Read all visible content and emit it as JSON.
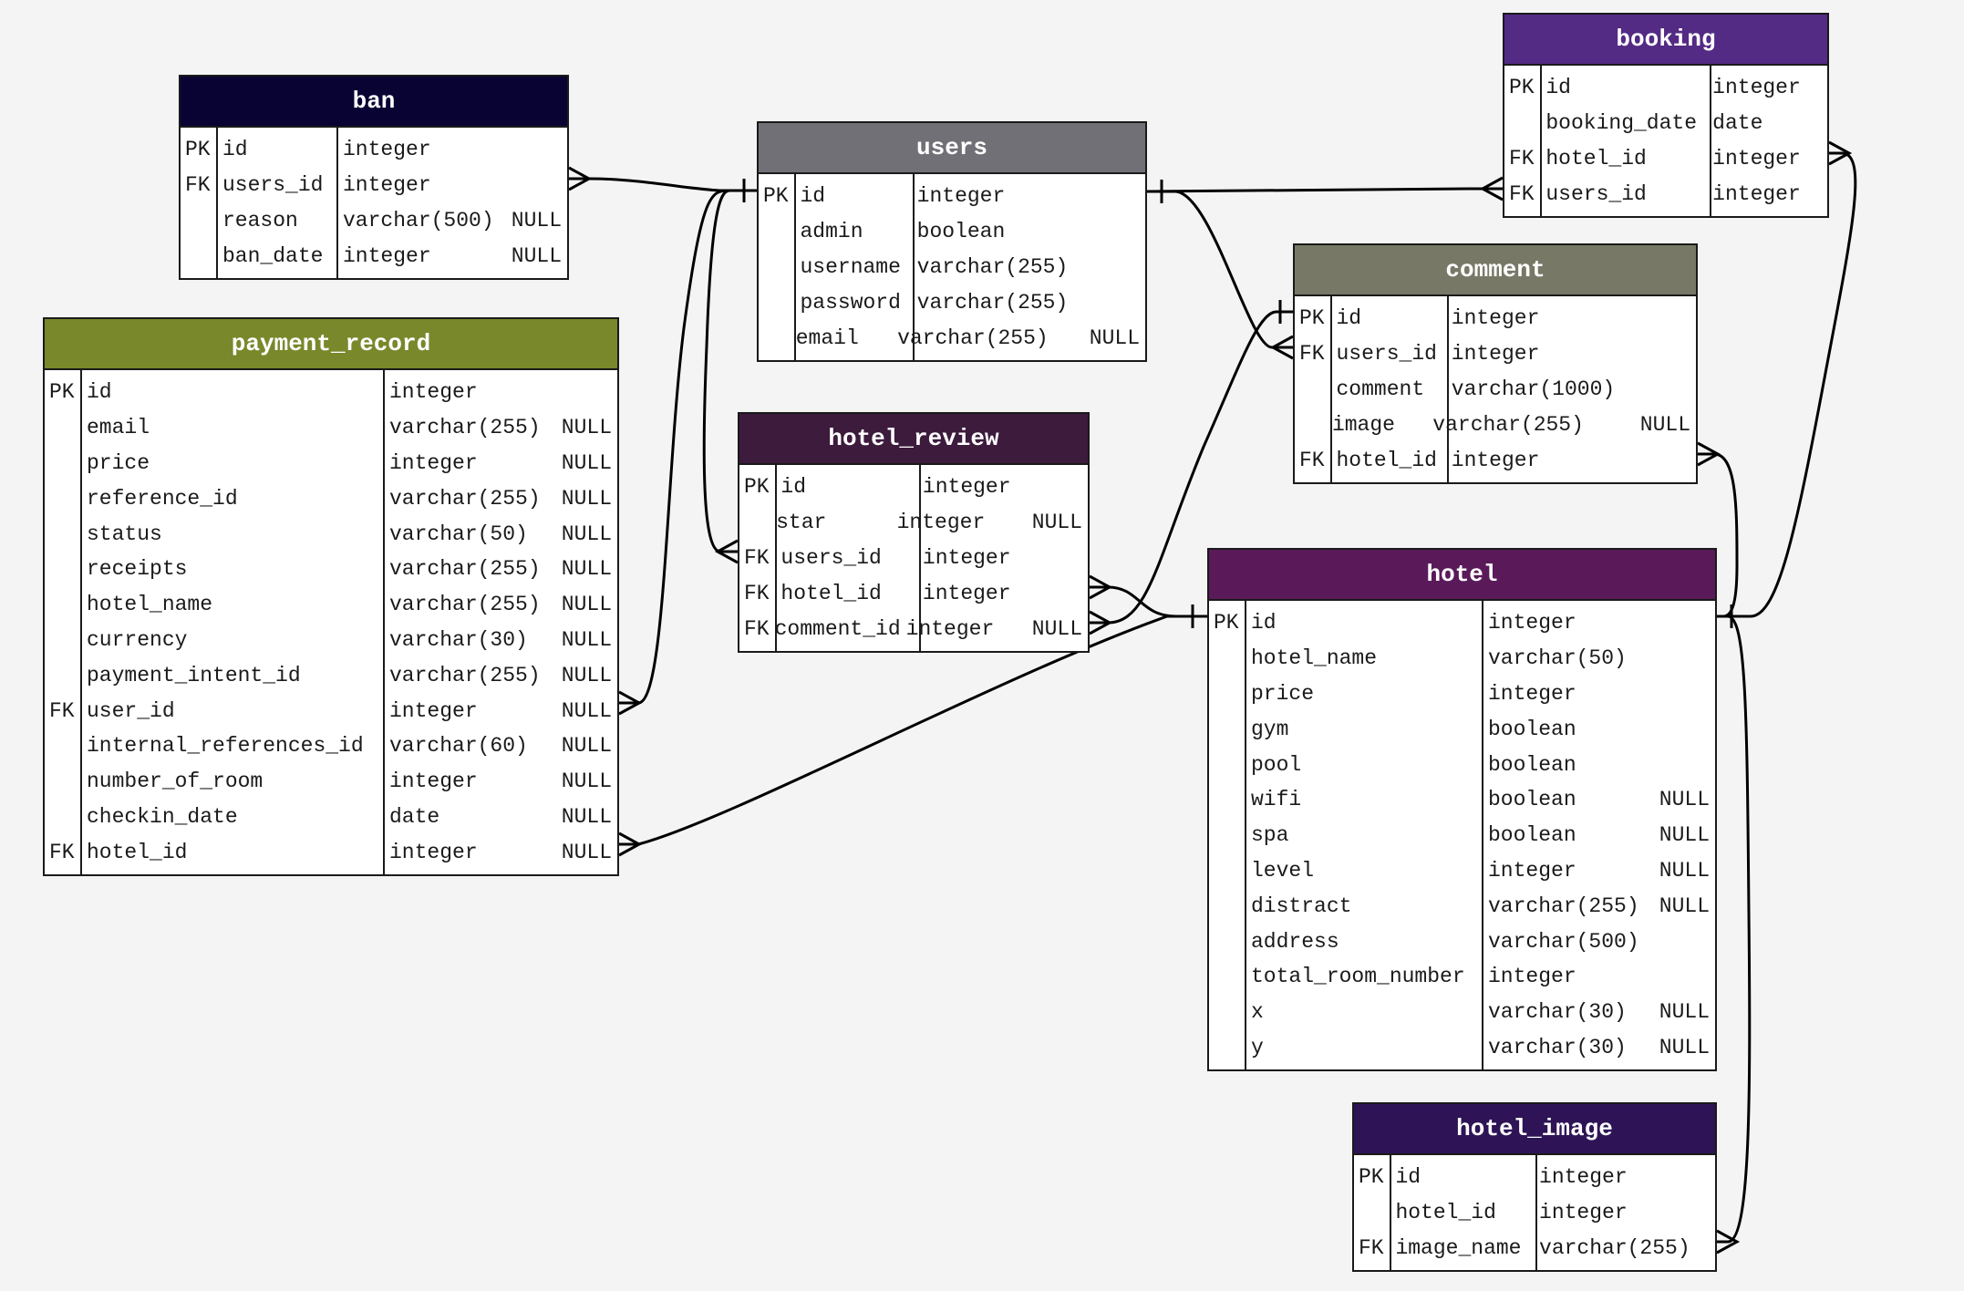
{
  "colors": {
    "background": "#f4f4f4",
    "ban": "#080333",
    "users": "#717077",
    "booking": "#532a84",
    "comment": "#787867",
    "payment_record": "#78882b",
    "hotel_review": "#3d1b3d",
    "hotel": "#5a1a5a",
    "hotel_image": "#2e1456"
  },
  "tables": {
    "ban": {
      "title": "ban",
      "columns": [
        {
          "key": "PK",
          "name": "id",
          "type": "integer",
          "null": ""
        },
        {
          "key": "FK",
          "name": "users_id",
          "type": "integer",
          "null": ""
        },
        {
          "key": "",
          "name": "reason",
          "type": "varchar(500)",
          "null": "NULL"
        },
        {
          "key": "",
          "name": "ban_date",
          "type": "integer",
          "null": "NULL"
        }
      ]
    },
    "users": {
      "title": "users",
      "columns": [
        {
          "key": "PK",
          "name": "id",
          "type": "integer",
          "null": ""
        },
        {
          "key": "",
          "name": "admin",
          "type": "boolean",
          "null": ""
        },
        {
          "key": "",
          "name": "username",
          "type": "varchar(255)",
          "null": ""
        },
        {
          "key": "",
          "name": "password",
          "type": "varchar(255)",
          "null": ""
        },
        {
          "key": "",
          "name": "email",
          "type": "varchar(255)",
          "null": "NULL"
        }
      ]
    },
    "booking": {
      "title": "booking",
      "columns": [
        {
          "key": "PK",
          "name": "id",
          "type": "integer",
          "null": ""
        },
        {
          "key": "",
          "name": "booking_date",
          "type": "date",
          "null": ""
        },
        {
          "key": "FK",
          "name": "hotel_id",
          "type": "integer",
          "null": ""
        },
        {
          "key": "FK",
          "name": "users_id",
          "type": "integer",
          "null": ""
        }
      ]
    },
    "comment": {
      "title": "comment",
      "columns": [
        {
          "key": "PK",
          "name": "id",
          "type": "integer",
          "null": ""
        },
        {
          "key": "FK",
          "name": "users_id",
          "type": "integer",
          "null": ""
        },
        {
          "key": "",
          "name": "comment",
          "type": "varchar(1000)",
          "null": ""
        },
        {
          "key": "",
          "name": "image",
          "type": "varchar(255)",
          "null": "NULL"
        },
        {
          "key": "FK",
          "name": "hotel_id",
          "type": "integer",
          "null": ""
        }
      ]
    },
    "payment_record": {
      "title": "payment_record",
      "columns": [
        {
          "key": "PK",
          "name": "id",
          "type": "integer",
          "null": ""
        },
        {
          "key": "",
          "name": "email",
          "type": "varchar(255)",
          "null": "NULL"
        },
        {
          "key": "",
          "name": "price",
          "type": "integer",
          "null": "NULL"
        },
        {
          "key": "",
          "name": "reference_id",
          "type": "varchar(255)",
          "null": "NULL"
        },
        {
          "key": "",
          "name": "status",
          "type": "varchar(50)",
          "null": "NULL"
        },
        {
          "key": "",
          "name": "receipts",
          "type": "varchar(255)",
          "null": "NULL"
        },
        {
          "key": "",
          "name": "hotel_name",
          "type": "varchar(255)",
          "null": "NULL"
        },
        {
          "key": "",
          "name": "currency",
          "type": "varchar(30)",
          "null": "NULL"
        },
        {
          "key": "",
          "name": "payment_intent_id",
          "type": "varchar(255)",
          "null": "NULL"
        },
        {
          "key": "FK",
          "name": "user_id",
          "type": "integer",
          "null": "NULL"
        },
        {
          "key": "",
          "name": "internal_references_id",
          "type": "varchar(60)",
          "null": "NULL"
        },
        {
          "key": "",
          "name": "number_of_room",
          "type": "integer",
          "null": "NULL"
        },
        {
          "key": "",
          "name": "checkin_date",
          "type": "date",
          "null": "NULL"
        },
        {
          "key": "FK",
          "name": "hotel_id",
          "type": "integer",
          "null": "NULL"
        }
      ]
    },
    "hotel_review": {
      "title": "hotel_review",
      "columns": [
        {
          "key": "PK",
          "name": "id",
          "type": "integer",
          "null": ""
        },
        {
          "key": "",
          "name": "star",
          "type": "integer",
          "null": "NULL"
        },
        {
          "key": "FK",
          "name": "users_id",
          "type": "integer",
          "null": ""
        },
        {
          "key": "FK",
          "name": "hotel_id",
          "type": "integer",
          "null": ""
        },
        {
          "key": "FK",
          "name": "comment_id",
          "type": "integer",
          "null": "NULL"
        }
      ]
    },
    "hotel": {
      "title": "hotel",
      "columns": [
        {
          "key": "PK",
          "name": "id",
          "type": "integer",
          "null": ""
        },
        {
          "key": "",
          "name": "hotel_name",
          "type": "varchar(50)",
          "null": ""
        },
        {
          "key": "",
          "name": "price",
          "type": "integer",
          "null": ""
        },
        {
          "key": "",
          "name": "gym",
          "type": "boolean",
          "null": ""
        },
        {
          "key": "",
          "name": "pool",
          "type": "boolean",
          "null": ""
        },
        {
          "key": "",
          "name": "wifi",
          "type": "boolean",
          "null": "NULL"
        },
        {
          "key": "",
          "name": "spa",
          "type": "boolean",
          "null": "NULL"
        },
        {
          "key": "",
          "name": "level",
          "type": "integer",
          "null": "NULL"
        },
        {
          "key": "",
          "name": "distract",
          "type": "varchar(255)",
          "null": "NULL"
        },
        {
          "key": "",
          "name": "address",
          "type": "varchar(500)",
          "null": ""
        },
        {
          "key": "",
          "name": "total_room_number",
          "type": "integer",
          "null": ""
        },
        {
          "key": "",
          "name": "x",
          "type": "varchar(30)",
          "null": "NULL"
        },
        {
          "key": "",
          "name": "y",
          "type": "varchar(30)",
          "null": "NULL"
        }
      ]
    },
    "hotel_image": {
      "title": "hotel_image",
      "columns": [
        {
          "key": "PK",
          "name": "id",
          "type": "integer",
          "null": ""
        },
        {
          "key": "",
          "name": "hotel_id",
          "type": "integer",
          "null": ""
        },
        {
          "key": "FK",
          "name": "image_name",
          "type": "varchar(255)",
          "null": ""
        }
      ]
    }
  },
  "relationships": [
    {
      "from": "ban.users_id",
      "to": "users.id",
      "cardinality": "many-to-one"
    },
    {
      "from": "payment_record.user_id",
      "to": "users.id",
      "cardinality": "many-to-one"
    },
    {
      "from": "hotel_review.users_id",
      "to": "users.id",
      "cardinality": "many-to-one"
    },
    {
      "from": "booking.users_id",
      "to": "users.id",
      "cardinality": "many-to-one"
    },
    {
      "from": "comment.users_id",
      "to": "users.id",
      "cardinality": "many-to-one"
    },
    {
      "from": "hotel_review.comment_id",
      "to": "comment.id",
      "cardinality": "many-to-one"
    },
    {
      "from": "hotel_review.hotel_id",
      "to": "hotel.id",
      "cardinality": "many-to-one"
    },
    {
      "from": "payment_record.hotel_id",
      "to": "hotel.id",
      "cardinality": "many-to-one"
    },
    {
      "from": "booking.hotel_id",
      "to": "hotel.id",
      "cardinality": "many-to-one"
    },
    {
      "from": "comment.hotel_id",
      "to": "hotel.id",
      "cardinality": "many-to-one"
    },
    {
      "from": "hotel_image.image_name",
      "to": "hotel.id",
      "cardinality": "many-to-one"
    }
  ]
}
